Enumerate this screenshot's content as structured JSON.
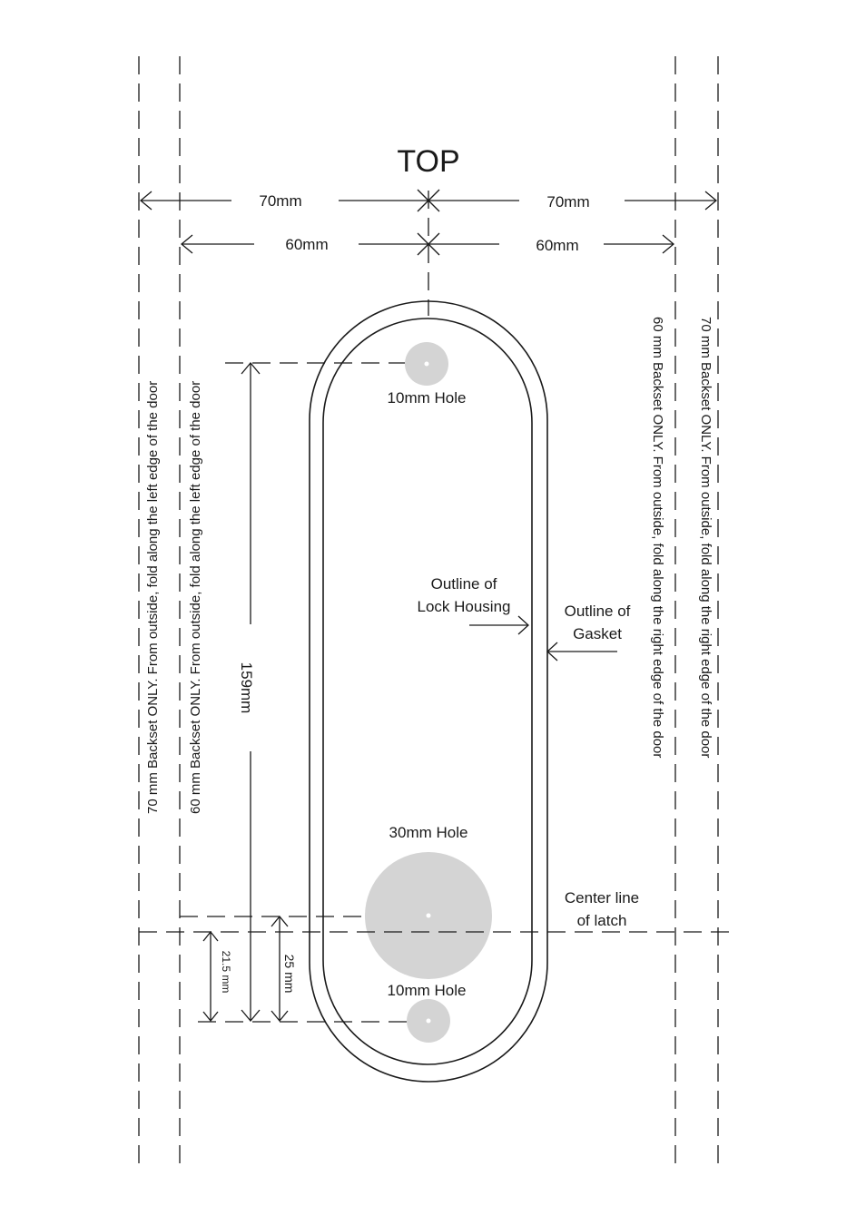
{
  "title": "TOP",
  "dimensions": {
    "backset_70_left": "70mm",
    "backset_70_right": "70mm",
    "backset_60_left": "60mm",
    "backset_60_right": "60mm",
    "hole_spacing": "159mm",
    "dim_25": "25 mm",
    "dim_21_5": "21.5 mm"
  },
  "holes": {
    "top_small": "10mm Hole",
    "large": "30mm Hole",
    "bottom_small": "10mm Hole"
  },
  "callouts": {
    "lock_housing_line1": "Outline of",
    "lock_housing_line2": "Lock Housing",
    "gasket_line1": "Outline of",
    "gasket_line2": "Gasket",
    "latch_line1": "Center line",
    "latch_line2": "of latch"
  },
  "fold_lines": {
    "left_70": "70 mm Backset ONLY. From outside, fold along the left edge of the door",
    "left_60": "60 mm Backset ONLY. From outside, fold along the left edge of the door",
    "right_60": "60 mm Backset ONLY. From outside, fold along the right edge of the door",
    "right_70": "70 mm Backset ONLY. From outside, fold along the right edge of the door"
  }
}
